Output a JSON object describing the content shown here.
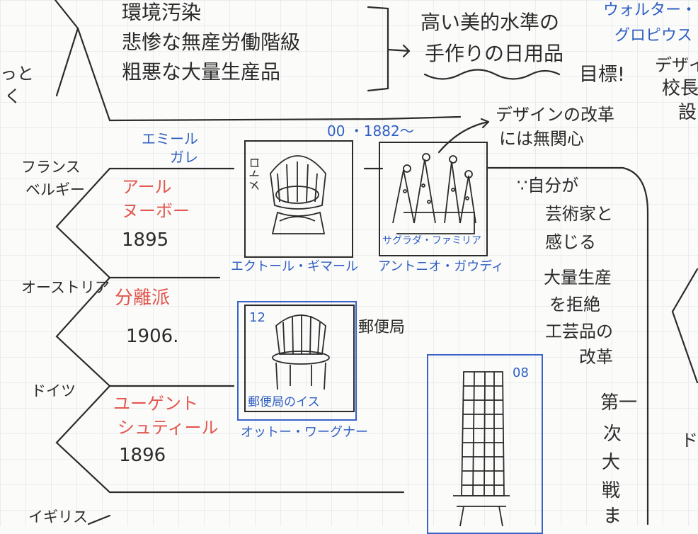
{
  "colors": {
    "ink": "#2b2b2b",
    "blue": "#2f5fc2",
    "red": "#e2574f",
    "grid": "#d9dde3"
  },
  "top": {
    "lines": [
      "環境汚染",
      "悲惨な無産労働階級",
      "粗悪な大量生産品"
    ],
    "right_lines": [
      "高い美的水準の",
      "手作りの日用品"
    ],
    "goal": "目標!",
    "blue_top": [
      "ウォルター・",
      "グロピウス"
    ],
    "partial_right": [
      "デザイ",
      "校長",
      "設"
    ],
    "partial_left": [
      "っと",
      "く"
    ]
  },
  "design_note": [
    "デザインの改革",
    "には無関心"
  ],
  "year_line": "00 ・1882〜",
  "gallé": [
    "エミール",
    "ガレ"
  ],
  "countries": {
    "france": [
      "フランス",
      "ベルギー"
    ],
    "austria": "オーストリア",
    "germany": "ドイツ",
    "uk": "イギリス"
  },
  "movements": [
    {
      "name": [
        "アール",
        "ヌーボー"
      ],
      "year": "1895"
    },
    {
      "name": [
        "分離派"
      ],
      "year": "1906."
    },
    {
      "name": [
        "ユーゲント",
        "シュティール"
      ],
      "year": "1896"
    }
  ],
  "sketches": {
    "metro_label": "メトロ",
    "guimard": "エクトール・ギマール",
    "sagrada_label": "サグラダ・ファミリア",
    "gaudi": "アントニオ・ガウディ",
    "num12": "12",
    "postal_bank": "郵便局",
    "chair_label": "郵便局のイス",
    "wagner": "オットー・ワーグナー",
    "num08": "08"
  },
  "gaudi_notes": [
    "∵自分が",
    "芸術家と",
    "感じる",
    "大量生産",
    "を拒絶",
    "工芸品の",
    "改革"
  ],
  "ww1": [
    "第一",
    "次",
    "大",
    "戦",
    "ま"
  ],
  "right_partial": "ドイ"
}
